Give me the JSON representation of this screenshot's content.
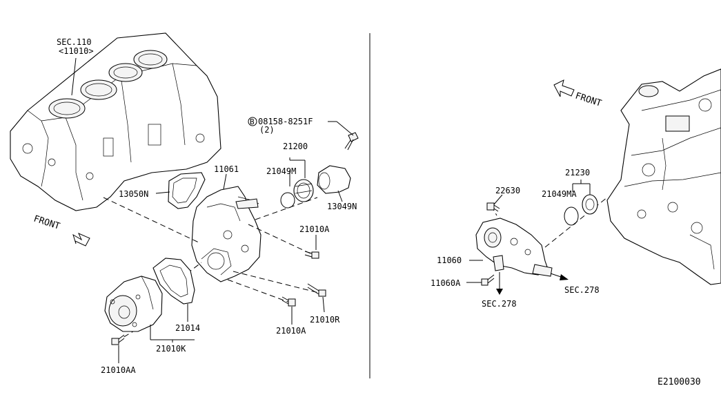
{
  "diagram": {
    "code": "E2100030",
    "left": {
      "block_label_1": "SEC.110",
      "block_label_2": "<11010>",
      "front": "FRONT",
      "bolt_label": "08158-8251F",
      "bolt_qty": "(2)",
      "bolt_marker": "B",
      "labels": {
        "p21200": "21200",
        "p21049m": "21049M",
        "p11061": "11061",
        "p13050n": "13050N",
        "p13049n": "13049N",
        "p21010a_top": "21010A",
        "p21014": "21014",
        "p21010k": "21010K",
        "p21010aa": "21010AA",
        "p21010a_bot": "21010A",
        "p21010r": "21010R"
      }
    },
    "right": {
      "front": "FRONT",
      "labels": {
        "p21230": "21230",
        "p21049ma": "21049MA",
        "p22630": "22630",
        "p11060": "11060",
        "p11060a": "11060A",
        "sec278_a": "SEC.278",
        "sec278_b": "SEC.278"
      }
    }
  }
}
